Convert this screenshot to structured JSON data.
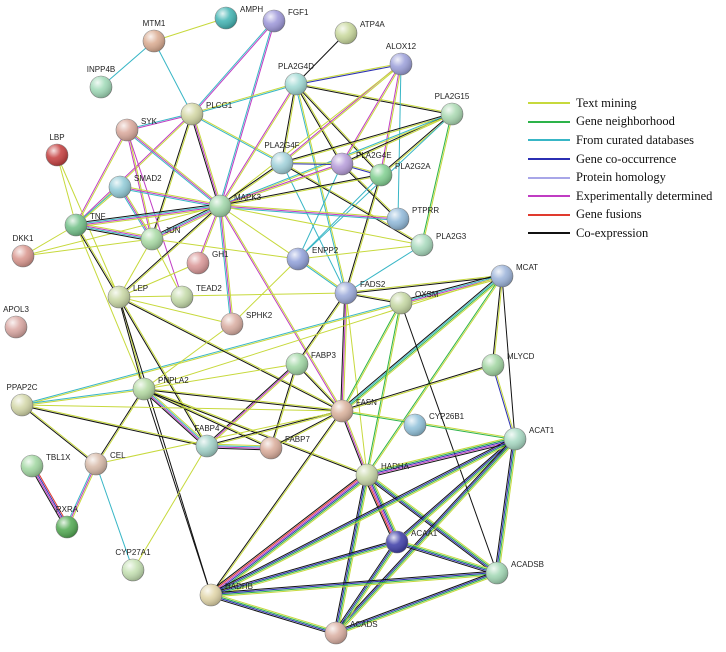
{
  "legend": [
    {
      "label": "Text mining",
      "color": "#c7d93c"
    },
    {
      "label": "Gene neighborhood",
      "color": "#2db34a"
    },
    {
      "label": "From curated databases",
      "color": "#38b6c6"
    },
    {
      "label": "Gene co-occurrence",
      "color": "#2b2fb3"
    },
    {
      "label": "Protein homology",
      "color": "#a8a6e8"
    },
    {
      "label": "Experimentally determined",
      "color": "#c03cc3"
    },
    {
      "label": "Gene fusions",
      "color": "#e03a2e"
    },
    {
      "label": "Co-expression",
      "color": "#111111"
    }
  ],
  "nodes": [
    {
      "id": "AMPH",
      "color": "#3fb3b2"
    },
    {
      "id": "FGF1",
      "color": "#9b95d8"
    },
    {
      "id": "ATP4A",
      "color": "#c7d79a"
    },
    {
      "id": "MTM1",
      "color": "#d9a98e"
    },
    {
      "id": "INPP4B",
      "color": "#9ed9b6"
    },
    {
      "id": "ALOX12",
      "color": "#9a9ed9"
    },
    {
      "id": "PLA2G4D",
      "color": "#9ed9d3"
    },
    {
      "id": "PLA2G15",
      "color": "#a8d8b0"
    },
    {
      "id": "PLCG1",
      "color": "#d2d6a2"
    },
    {
      "id": "SYK",
      "color": "#d9a79a"
    },
    {
      "id": "LBP",
      "color": "#c43b3b"
    },
    {
      "id": "PLA2G4F",
      "color": "#9fd0d9"
    },
    {
      "id": "PLA2G4E",
      "color": "#b59bd9"
    },
    {
      "id": "PLA2G2A",
      "color": "#7fcf8f"
    },
    {
      "id": "SMAD2",
      "color": "#8fcad6"
    },
    {
      "id": "MAPK3",
      "color": "#9fd6a8"
    },
    {
      "id": "TNF",
      "color": "#6fbf86"
    },
    {
      "id": "PTPRR",
      "color": "#8fb8d9"
    },
    {
      "id": "JUN",
      "color": "#a6d9a2"
    },
    {
      "id": "GH1",
      "color": "#d99595"
    },
    {
      "id": "PLA2G3",
      "color": "#a6d9bb"
    },
    {
      "id": "DKK1",
      "color": "#d9958c"
    },
    {
      "id": "ENPP2",
      "color": "#8f9fd9"
    },
    {
      "id": "MCAT",
      "color": "#9ab2d9"
    },
    {
      "id": "TEAD2",
      "color": "#c2d9a6"
    },
    {
      "id": "LEP",
      "color": "#c7d6a2"
    },
    {
      "id": "FADS2",
      "color": "#99a8d9"
    },
    {
      "id": "OXSM",
      "color": "#c3d6a0"
    },
    {
      "id": "APOL3",
      "color": "#d9a5a0"
    },
    {
      "id": "SPHK2",
      "color": "#d9aca0"
    },
    {
      "id": "MLYCD",
      "color": "#9fd49f"
    },
    {
      "id": "FABP3",
      "color": "#9ed6a2"
    },
    {
      "id": "PNPLA2",
      "color": "#b2d9a0"
    },
    {
      "id": "PPAP2C",
      "color": "#d2d6a6"
    },
    {
      "id": "FASN",
      "color": "#d9b09a"
    },
    {
      "id": "CYP26B1",
      "color": "#8fc0d9"
    },
    {
      "id": "ACAT1",
      "color": "#a6d9c2"
    },
    {
      "id": "FABP4",
      "color": "#9fd0c6"
    },
    {
      "id": "FABP7",
      "color": "#d9aa98"
    },
    {
      "id": "TBL1X",
      "color": "#9fd69f"
    },
    {
      "id": "CEL",
      "color": "#d6b8a6"
    },
    {
      "id": "HADHA",
      "color": "#c6d6a6"
    },
    {
      "id": "RXRA",
      "color": "#4fa84f"
    },
    {
      "id": "ACAA1",
      "color": "#3a3aa6"
    },
    {
      "id": "CYP27A1",
      "color": "#c3e0b0"
    },
    {
      "id": "ACADSB",
      "color": "#9fd6b2"
    },
    {
      "id": "HADHB",
      "color": "#e0d4a6"
    },
    {
      "id": "ACADS",
      "color": "#d9ada0"
    }
  ],
  "edges": [
    [
      "MTM1",
      "AMPH",
      "y"
    ],
    [
      "MTM1",
      "INPP4B",
      "c"
    ],
    [
      "MTM1",
      "PLCG1",
      "c"
    ],
    [
      "FGF1",
      "PLCG1",
      "mc"
    ],
    [
      "FGF1",
      "MAPK3",
      "mc"
    ],
    [
      "ATP4A",
      "PLA2G4D",
      "k"
    ],
    [
      "PLCG1",
      "PLA2G4D",
      "yc"
    ],
    [
      "PLCG1",
      "SYK",
      "mc"
    ],
    [
      "PLCG1",
      "MAPK3",
      "ymk"
    ],
    [
      "PLCG1",
      "JUN",
      "yk"
    ],
    [
      "PLCG1",
      "PLA2G4F",
      "yc"
    ],
    [
      "PLCG1",
      "TNF",
      "ym"
    ],
    [
      "PLA2G4D",
      "ALOX12",
      "yb"
    ],
    [
      "PLA2G4D",
      "PLA2G15",
      "yk"
    ],
    [
      "PLA2G4D",
      "MAPK3",
      "ym"
    ],
    [
      "PLA2G4D",
      "PLA2G4F",
      "yk"
    ],
    [
      "PLA2G4D",
      "PLA2G4E",
      "yk"
    ],
    [
      "PLA2G4D",
      "FADS2",
      "yc"
    ],
    [
      "PLA2G4D",
      "PLA2G2A",
      "yk"
    ],
    [
      "ALOX12",
      "PLA2G4F",
      "ym"
    ],
    [
      "ALOX12",
      "PLA2G4E",
      "ym"
    ],
    [
      "ALOX12",
      "PLA2G2A",
      "ym"
    ],
    [
      "ALOX12",
      "PTPRR",
      "c"
    ],
    [
      "ALOX12",
      "MAPK3",
      "y"
    ],
    [
      "PLA2G15",
      "PLA2G4F",
      "yk"
    ],
    [
      "PLA2G15",
      "PLA2G4E",
      "yk"
    ],
    [
      "PLA2G15",
      "PLA2G2A",
      "yk"
    ],
    [
      "PLA2G15",
      "PLA2G3",
      "yg"
    ],
    [
      "PLA2G15",
      "MAPK3",
      "yc"
    ],
    [
      "PLA2G15",
      "ENPP2",
      "c"
    ],
    [
      "SYK",
      "TNF",
      "ym"
    ],
    [
      "SYK",
      "JUN",
      "ym"
    ],
    [
      "SYK",
      "MAPK3",
      "ymc"
    ],
    [
      "SYK",
      "TEAD2",
      "m"
    ],
    [
      "LBP",
      "TNF",
      "y"
    ],
    [
      "LBP",
      "LEP",
      "y"
    ],
    [
      "PLA2G4F",
      "MAPK3",
      "yk"
    ],
    [
      "PLA2G4F",
      "PLA2G4E",
      "yb"
    ],
    [
      "PLA2G4F",
      "PLA2G3",
      "yk"
    ],
    [
      "PLA2G4F",
      "FADS2",
      "c"
    ],
    [
      "PLA2G4E",
      "PLA2G2A",
      "yb"
    ],
    [
      "PLA2G4E",
      "MAPK3",
      "ym"
    ],
    [
      "PLA2G4E",
      "PTPRR",
      "yk"
    ],
    [
      "PLA2G4E",
      "ENPP2",
      "c"
    ],
    [
      "PLA2G2A",
      "MAPK3",
      "yk"
    ],
    [
      "PLA2G2A",
      "FADS2",
      "yk"
    ],
    [
      "PLA2G2A",
      "ENPP2",
      "c"
    ],
    [
      "SMAD2",
      "TNF",
      "yc"
    ],
    [
      "SMAD2",
      "MAPK3",
      "ymc"
    ],
    [
      "SMAD2",
      "JUN",
      "ymc"
    ],
    [
      "MAPK3",
      "TNF",
      "ymck"
    ],
    [
      "MAPK3",
      "JUN",
      "ymck"
    ],
    [
      "MAPK3",
      "PTPRR",
      "ymc"
    ],
    [
      "MAPK3",
      "GH1",
      "ym"
    ],
    [
      "MAPK3",
      "ENPP2",
      "y"
    ],
    [
      "MAPK3",
      "SPHK2",
      "ymc"
    ],
    [
      "MAPK3",
      "LEP",
      "yk"
    ],
    [
      "MAPK3",
      "FASN",
      "ym"
    ],
    [
      "MAPK3",
      "PLA2G3",
      "y"
    ],
    [
      "MAPK3",
      "DKK1",
      "y"
    ],
    [
      "TNF",
      "JUN",
      "ymck"
    ],
    [
      "TNF",
      "DKK1",
      "y"
    ],
    [
      "TNF",
      "LEP",
      "yk"
    ],
    [
      "TNF",
      "PNPLA2",
      "y"
    ],
    [
      "JUN",
      "DKK1",
      "y"
    ],
    [
      "JUN",
      "LEP",
      "y"
    ],
    [
      "JUN",
      "TEAD2",
      "y"
    ],
    [
      "JUN",
      "ENPP2",
      "y"
    ],
    [
      "GH1",
      "LEP",
      "y"
    ],
    [
      "ENPP2",
      "FADS2",
      "yc"
    ],
    [
      "ENPP2",
      "PLA2G3",
      "y"
    ],
    [
      "ENPP2",
      "SPHK2",
      "y"
    ],
    [
      "FADS2",
      "FASN",
      "ymk"
    ],
    [
      "FADS2",
      "FABP3",
      "yk"
    ],
    [
      "FADS2",
      "MCAT",
      "yk"
    ],
    [
      "FADS2",
      "OXSM",
      "yk"
    ],
    [
      "FADS2",
      "LEP",
      "y"
    ],
    [
      "FADS2",
      "HADHA",
      "y"
    ],
    [
      "FADS2",
      "PLA2G3",
      "c"
    ],
    [
      "MCAT",
      "OXSM",
      "ymck"
    ],
    [
      "MCAT",
      "FASN",
      "ygck"
    ],
    [
      "MCAT",
      "MLYCD",
      "yk"
    ],
    [
      "MCAT",
      "HADHA",
      "yg"
    ],
    [
      "MCAT",
      "ACAT1",
      "k"
    ],
    [
      "MCAT",
      "PNPLA2",
      "y"
    ],
    [
      "OXSM",
      "FASN",
      "yg"
    ],
    [
      "OXSM",
      "HADHA",
      "yg"
    ],
    [
      "OXSM",
      "ACADSB",
      "k"
    ],
    [
      "OXSM",
      "PPAP2C",
      "yc"
    ],
    [
      "MLYCD",
      "ACAT1",
      "yb"
    ],
    [
      "MLYCD",
      "FASN",
      "yk"
    ],
    [
      "LEP",
      "PNPLA2",
      "yk"
    ],
    [
      "LEP",
      "FASN",
      "yk"
    ],
    [
      "LEP",
      "FABP4",
      "yk"
    ],
    [
      "LEP",
      "HADHB",
      "k"
    ],
    [
      "LEP",
      "SPHK2",
      "y"
    ],
    [
      "FABP3",
      "FABP4",
      "ymk"
    ],
    [
      "FABP3",
      "FABP7",
      "yk"
    ],
    [
      "FABP3",
      "FASN",
      "yk"
    ],
    [
      "FABP3",
      "PNPLA2",
      "y"
    ],
    [
      "PNPLA2",
      "PPAP2C",
      "yc"
    ],
    [
      "PNPLA2",
      "FABP4",
      "ycmk"
    ],
    [
      "PNPLA2",
      "FASN",
      "yk"
    ],
    [
      "PNPLA2",
      "FABP7",
      "yk"
    ],
    [
      "PNPLA2",
      "CEL",
      "yk"
    ],
    [
      "PNPLA2",
      "HADHA",
      "yk"
    ],
    [
      "PNPLA2",
      "HADHB",
      "k"
    ],
    [
      "PNPLA2",
      "SPHK2",
      "y"
    ],
    [
      "PPAP2C",
      "FABP4",
      "yk"
    ],
    [
      "PPAP2C",
      "FASN",
      "y"
    ],
    [
      "PPAP2C",
      "CEL",
      "yk"
    ],
    [
      "FASN",
      "FABP4",
      "yk"
    ],
    [
      "FASN",
      "FABP7",
      "yk"
    ],
    [
      "FASN",
      "HADHA",
      "ymk"
    ],
    [
      "FASN",
      "HADHB",
      "yk"
    ],
    [
      "FASN",
      "ACAT1",
      "yg"
    ],
    [
      "FASN",
      "CEL",
      "y"
    ],
    [
      "FABP4",
      "FABP7",
      "ycmk"
    ],
    [
      "FABP4",
      "CYP27A1",
      "y"
    ],
    [
      "CEL",
      "CYP27A1",
      "c"
    ],
    [
      "CEL",
      "RXRA",
      "ymc"
    ],
    [
      "TBL1X",
      "RXRA",
      "rbmk"
    ],
    [
      "HADHA",
      "ACAA1",
      "ygbmrk"
    ],
    [
      "HADHA",
      "ACADSB",
      "ygbk"
    ],
    [
      "HADHA",
      "HADHB",
      "ygbmrk"
    ],
    [
      "HADHA",
      "ACADS",
      "ygbk"
    ],
    [
      "HADHA",
      "ACAT1",
      "ygbmk"
    ],
    [
      "ACAT1",
      "ACAA1",
      "ygbk"
    ],
    [
      "ACAT1",
      "ACADSB",
      "ygbk"
    ],
    [
      "ACAT1",
      "HADHB",
      "ygbk"
    ],
    [
      "ACAT1",
      "ACADS",
      "ygbk"
    ],
    [
      "ACAA1",
      "ACADSB",
      "ygbk"
    ],
    [
      "ACAA1",
      "HADHB",
      "ygbk"
    ],
    [
      "ACAA1",
      "ACADS",
      "ygbk"
    ],
    [
      "ACADSB",
      "HADHB",
      "ygbk"
    ],
    [
      "ACADSB",
      "ACADS",
      "ygbk"
    ],
    [
      "HADHB",
      "ACADS",
      "ygbk"
    ]
  ]
}
